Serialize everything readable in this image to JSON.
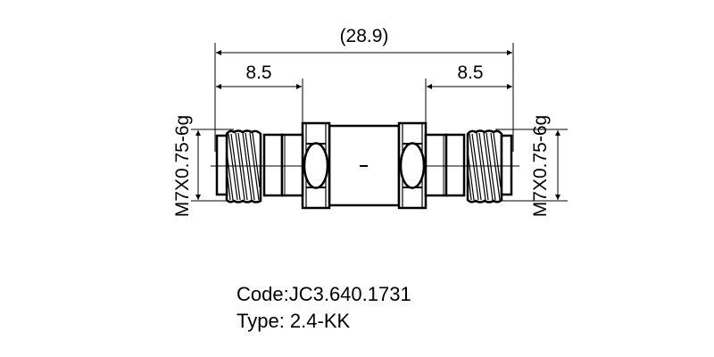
{
  "drawing": {
    "overall_length": "(28.9)",
    "left_thread_length": "8.5",
    "right_thread_length": "8.5",
    "left_thread_spec": "M7X0.75-6g",
    "right_thread_spec": "M7X0.75-6g",
    "line_color": "#000000",
    "background": "#ffffff"
  },
  "info": {
    "code": "Code:JC3.640.1731",
    "type": "Type: 2.4-KK"
  }
}
